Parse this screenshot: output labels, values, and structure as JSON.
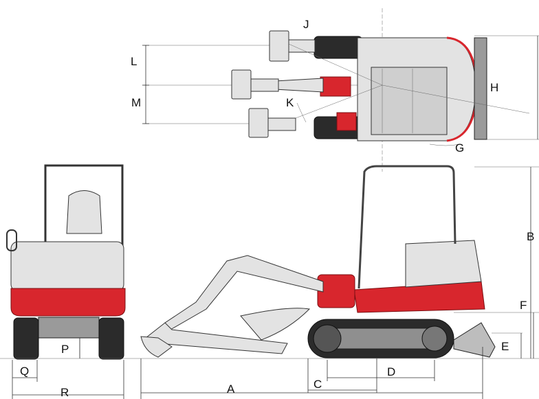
{
  "colors": {
    "body_red": "#d8262d",
    "body_grey": "#e3e3e3",
    "track_dark": "#2b2b2b"
  },
  "labels": {
    "A": "A",
    "B": "B",
    "C": "C",
    "D": "D",
    "E": "E",
    "F": "F",
    "G": "G",
    "H": "H",
    "J": "J",
    "K": "K",
    "L": "L",
    "M": "M",
    "P": "P",
    "Q": "Q",
    "R": "R"
  }
}
